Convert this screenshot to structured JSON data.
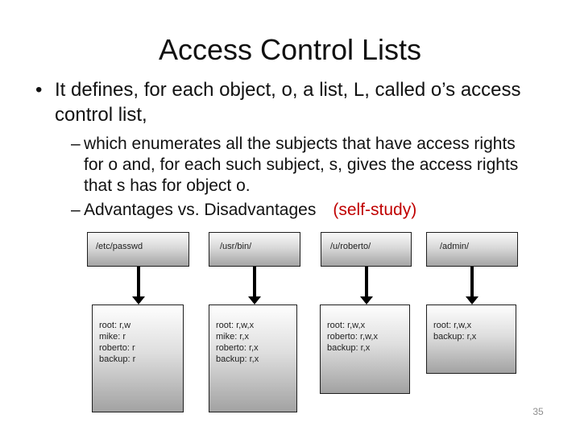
{
  "slide": {
    "title": "Access Control Lists",
    "markers": {
      "bullet": "•",
      "dash": "–"
    },
    "bullets": {
      "main": "It defines, for each object, o, a list, L, called o’s access control list,",
      "sub1": "which enumerates all the subjects that have access rights for o and, for each such subject, s, gives the access rights that s has for object o.",
      "sub2": "Advantages vs. Disadvantages",
      "sub2_note": "(self-study)"
    },
    "diagram": {
      "columns": [
        {
          "object": "/etc/passwd",
          "acl": [
            "root: r,w",
            "mike: r",
            "roberto: r",
            "backup: r"
          ]
        },
        {
          "object": "/usr/bin/",
          "acl": [
            "root: r,w,x",
            "mike: r,x",
            "roberto: r,x",
            "backup: r,x"
          ]
        },
        {
          "object": "/u/roberto/",
          "acl": [
            "root: r,w,x",
            "roberto: r,w,x",
            "backup: r,x"
          ]
        },
        {
          "object": "/admin/",
          "acl": [
            "root: r,w,x",
            "backup: r,x"
          ]
        }
      ]
    },
    "page_number": "35",
    "colors": {
      "text": "#111111",
      "note_red": "#c00000",
      "page_number": "#8e8e8e",
      "box_border": "#1f1f1f",
      "box_gradient_top": "#f9f9f9",
      "box_gradient_bottom": "#a2a2a2",
      "arrow": "#000000"
    }
  }
}
